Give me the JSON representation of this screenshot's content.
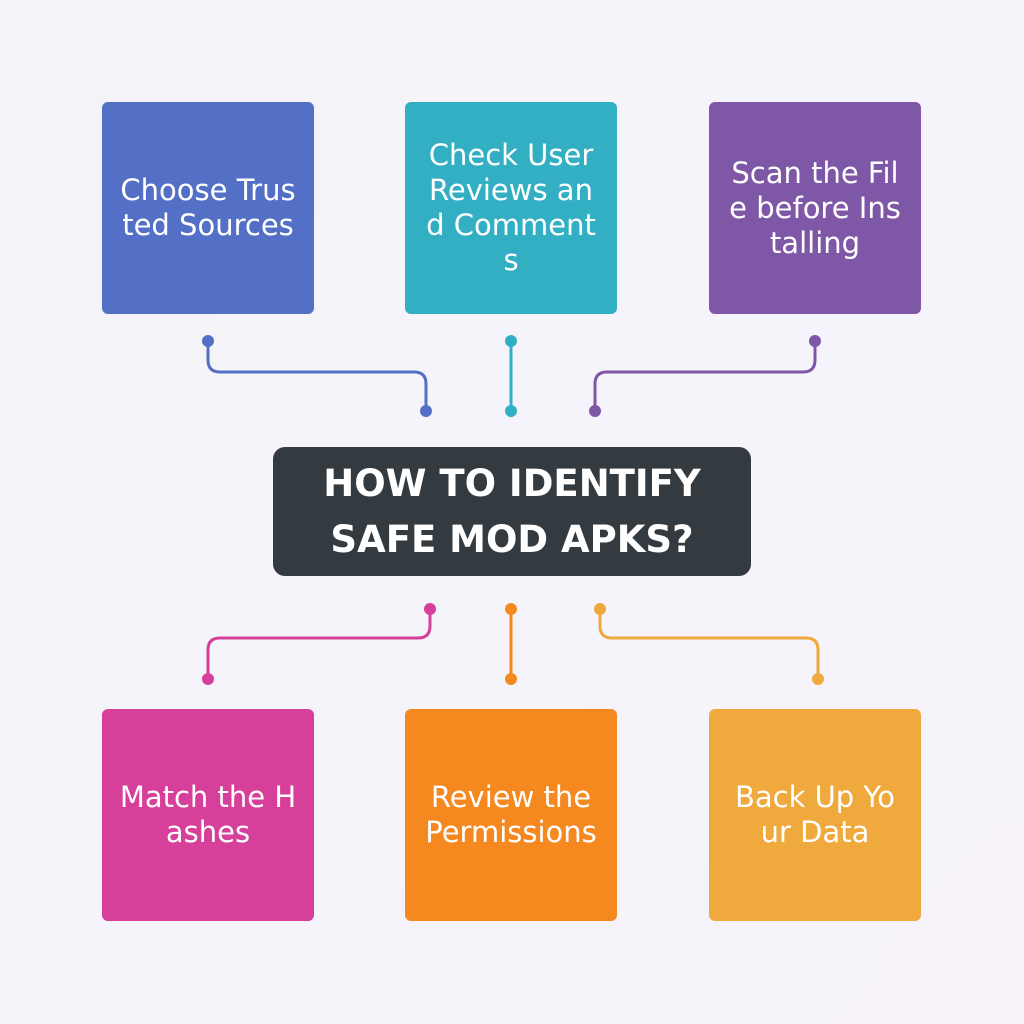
{
  "title": {
    "line1": "HOW TO IDENTIFY",
    "line2": "SAFE MOD APKS?"
  },
  "colors": {
    "background": "#f4f3f9",
    "center_box": "#343b40",
    "center_text": "#ffffff",
    "box_text": "#ffffff"
  },
  "steps": [
    {
      "label": "Choose Trusted Sources",
      "color": "#5470c6"
    },
    {
      "label": "Check User Reviews and Comments",
      "color": "#33afc4"
    },
    {
      "label": "Scan the File before Installing",
      "color": "#7e57a6"
    },
    {
      "label": "Match the Hashes",
      "color": "#d6409b"
    },
    {
      "label": "Review the Permissions",
      "color": "#f5881f"
    },
    {
      "label": "Back Up Your Data",
      "color": "#efa93c"
    }
  ]
}
